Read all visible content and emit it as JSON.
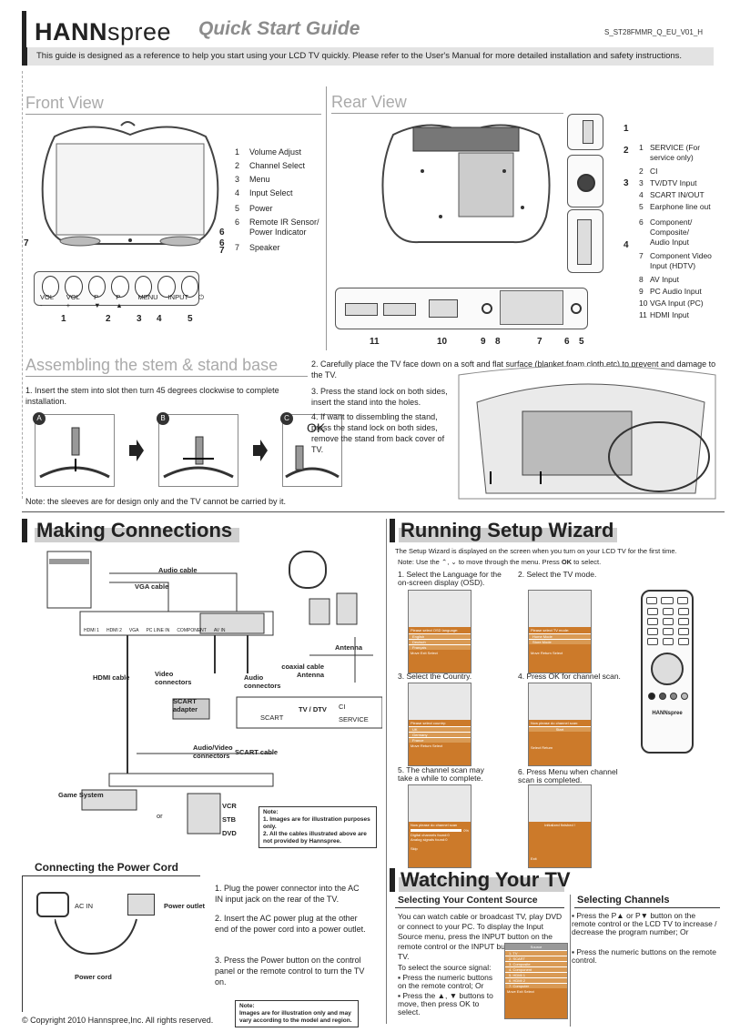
{
  "header": {
    "logo_bold": "HANN",
    "logo_thin": "spree",
    "title": "Quick Start Guide",
    "doc_id": "S_ST28FMMR_Q_EU_V01_H",
    "intro": "This guide is designed as a reference to help you start using your LCD TV quickly. Please refer to the User's Manual for more detailed installation and safety instructions."
  },
  "front_view": {
    "title": "Front View",
    "items": [
      {
        "n": "1",
        "label": "Volume Adjust"
      },
      {
        "n": "2",
        "label": "Channel Select"
      },
      {
        "n": "3",
        "label": "Menu"
      },
      {
        "n": "4",
        "label": "Input Select"
      },
      {
        "n": "5",
        "label": "Power"
      },
      {
        "n": "6",
        "label": "Remote IR Sensor/ Power Indicator"
      },
      {
        "n": "7",
        "label": "Speaker"
      }
    ],
    "button_labels": [
      "VOL -",
      "VOL +",
      "P ▼",
      "P ▲",
      "MENU",
      "INPUT",
      "⏻"
    ],
    "callouts": [
      "1",
      "2",
      "3",
      "4",
      "5",
      "6",
      "6",
      "7",
      "7"
    ]
  },
  "rear_view": {
    "title": "Rear View",
    "items": [
      {
        "n": "1",
        "label": "SERVICE (For service only)"
      },
      {
        "n": "2",
        "label": "CI"
      },
      {
        "n": "3",
        "label": "TV/DTV Input"
      },
      {
        "n": "4",
        "label": "SCART IN/OUT"
      },
      {
        "n": "5",
        "label": "Earphone line out"
      },
      {
        "n": "6",
        "label": "Component/ Composite/ Audio Input"
      },
      {
        "n": "7",
        "label": "Component Video Input (HDTV)"
      },
      {
        "n": "8",
        "label": "AV Input"
      },
      {
        "n": "9",
        "label": "PC Audio Input"
      },
      {
        "n": "10",
        "label": "VGA Input (PC)"
      },
      {
        "n": "11",
        "label": "HDMI Input"
      }
    ],
    "side_callouts": [
      "1",
      "2",
      "3",
      "4"
    ],
    "bottom_callouts": [
      "11",
      "10",
      "9",
      "8",
      "7",
      "6",
      "5"
    ]
  },
  "assembly": {
    "title": "Assembling the stem & stand base",
    "step1": "1. Insert the stem into slot then turn 45 degrees  clockwise to complete installation.",
    "steps_right": [
      "2. Carefully place the TV face down on a soft and flat surface (blanket,foam,cloth,etc) to prevent and damage to the TV.",
      "3. Press the stand lock on both sides, insert the stand into the holes.",
      "4. If want to dissembling the stand, press the stand lock on both sides, remove the stand from back cover of TV."
    ],
    "badges": [
      "A",
      "B",
      "C"
    ],
    "ok_label": "OK",
    "note": "Note: the sleeves are for design only and the TV cannot be carried by it."
  },
  "connections": {
    "title": "Making Connections",
    "labels": {
      "audio_cable": "Audio cable",
      "vga_cable": "VGA cable",
      "hdmi_cable": "HDMI cable",
      "video_connectors": "Video connectors",
      "audio_connectors": "Audio connectors",
      "coaxial": "coaxial cable Antenna",
      "antenna": "Antenna",
      "scart_adapter": "SCART adapter",
      "audio_video": "Audio/Video connectors",
      "scart_cable": "SCART cable",
      "game_system": "Game System",
      "or": "or",
      "vcr": "VCR",
      "stb": "STB",
      "dvd": "DVD",
      "scart_port": "SCART",
      "tvdtv": "TV / DTV",
      "service": "SERVICE",
      "ci": "CI"
    },
    "port_labels": [
      "HDMI 1",
      "HDMI 2",
      "VGA",
      "PC LINE IN",
      "COMPONENT",
      "AV IN"
    ],
    "note": "Note:\n1. Images are for illustration purposes only.\n2. All the cables illustrated above are not provided by Hannspree."
  },
  "power": {
    "title": "Connecting the Power Cord",
    "ac_in": "AC IN",
    "power_outlet": "Power outlet",
    "power_cord": "Power cord",
    "steps": [
      "1. Plug the power connector into the AC IN input jack on the rear of the TV.",
      "2. Insert the AC power plug at the other end of the power cord into a power outlet.",
      "3. Press the Power button on the control panel or the remote control to turn the TV on."
    ],
    "note": "Note:\nImages are for illustration only and may vary according to the model and region."
  },
  "wizard": {
    "title": "Running Setup Wizard",
    "intro": "The Setup Wizard is displayed on the screen when you turn on your LCD TV for the first time.",
    "note_prefix": "Note: Use the",
    "note_mid": "to move through the menu. Press",
    "note_ok": "OK",
    "note_end": "to select.",
    "steps": [
      "1. Select the Language for the on-screen display (OSD).",
      "2. Select the TV mode.",
      "3. Select the Country.",
      "4. Press OK for channel scan.",
      "5. The channel scan may take a while to complete.",
      "6. Press Menu when channel scan is completed."
    ],
    "osd": [
      {
        "head": "Please select OSD language:",
        "items": [
          "English",
          "Deutsch",
          "Français"
        ],
        "foot": "Move  Exit  Select"
      },
      {
        "head": "Please select TV mode:",
        "items": [
          "Home Mode",
          "Store Mode"
        ],
        "foot": "Move  Return  Select"
      },
      {
        "head": "Please select country:",
        "items": [
          "UK",
          "Germany",
          "France"
        ],
        "foot": "Move  Return  Select"
      },
      {
        "head": "Now please do channel scan:",
        "items": [
          "Start"
        ],
        "foot": "Select  Return"
      },
      {
        "head": "Now please do channel scan",
        "items": [
          "Digital channels found:0",
          "Analog signals found:0"
        ],
        "foot": "Skip"
      },
      {
        "head": "Initialized finished !",
        "items": [],
        "foot": "Exit"
      }
    ],
    "scan_pct": "0%",
    "remote_brand": "HANNspree"
  },
  "watching": {
    "title": "Watching Your TV",
    "source": {
      "title": "Selecting Your Content Source",
      "p1": "You can watch cable or broadcast TV, play DVD or connect to your PC. To display the Input Source menu, press the INPUT button on the remote control or the INPUT button on the LCD TV.",
      "p2": "To select the source signal:",
      "b1": "Press the numeric buttons on the remote control; Or",
      "b2": "Press the ▲, ▼ buttons to move, then press OK to select.",
      "menu_title": "Source",
      "menu_items": [
        "1. TV",
        "2. SCART",
        "3. Composite",
        "4. Component",
        "5. HDMI 1",
        "6. HDMI 2",
        "7. Computer"
      ],
      "menu_foot": "Move  Exit  Select"
    },
    "channels": {
      "title": "Selecting Channels",
      "b1": "Press the P▲ or P▼ button on the remote control or the LCD TV to increase / decrease the program number; Or",
      "b2": "Press the numeric buttons on the remote control."
    }
  },
  "footer": {
    "copyright": "© Copyright 2010 Hannspree,Inc. All rights reserved."
  }
}
